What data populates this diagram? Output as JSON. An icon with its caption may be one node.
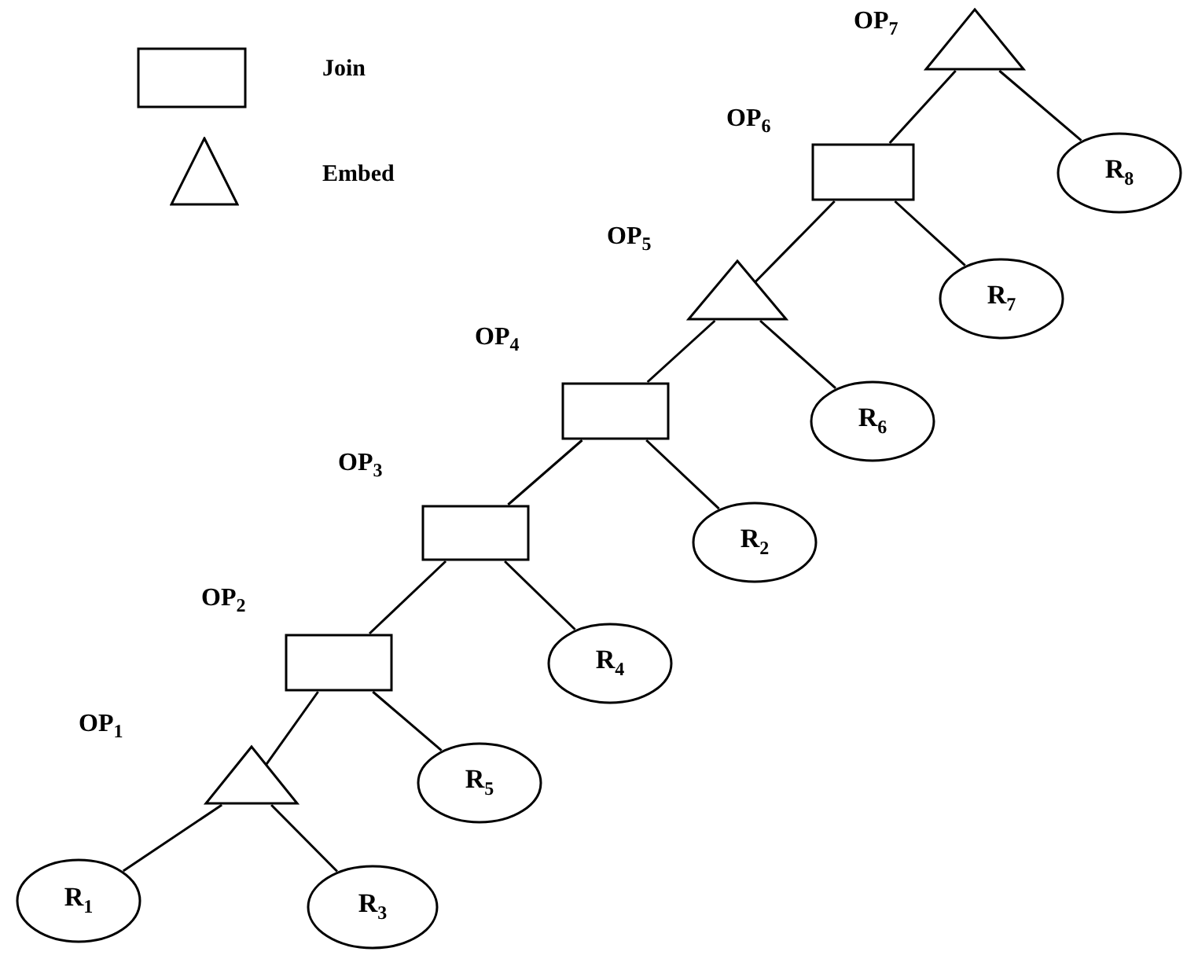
{
  "diagram": {
    "nodes": [
      {
        "text": [],
        "shape": "triangle",
        "beside": [
          "OP$_{7}$"
        ]
      },
      {
        "text": [],
        "shape": "box",
        "beside": [
          "OP$_{6}$"
        ]
      },
      {
        "text": [
          "R$_{8}$"
        ]
      },
      {
        "text": [],
        "shape": "triangle",
        "beside": [
          "OP$_{5}$"
        ]
      },
      {
        "text": [
          "R$_{7}$"
        ]
      },
      {
        "text": [],
        "shape": "box",
        "beside": [
          "OP$_{4}$"
        ]
      },
      {
        "text": [
          "R$_{6}$"
        ]
      },
      {
        "text": [],
        "shape": "box",
        "beside": [
          "OP$_{3}$"
        ]
      },
      {
        "text": [
          "R$_{2}$"
        ]
      },
      {
        "text": [],
        "shape": "box",
        "beside": [
          "OP$_{2}$"
        ]
      },
      {
        "text": [
          "R$_{4}$"
        ]
      },
      {
        "text": [],
        "shape": "triangle",
        "beside": [
          "OP$_{1}$"
        ]
      },
      {
        "text": [
          "R$_{5}$"
        ]
      },
      {
        "text": [
          "R$_{1}$"
        ]
      },
      {
        "text": [
          "R$_{3}$"
        ]
      }
    ],
    "edges": [
      {
        "from": 0,
        "to": 1,
        "arrow": "none"
      },
      {
        "from": 0,
        "to": 2,
        "arrow": "none"
      },
      {
        "from": 1,
        "to": 3,
        "arrow": "none"
      },
      {
        "from": 1,
        "to": 4,
        "arrow": "none"
      },
      {
        "from": 3,
        "to": 5,
        "arrow": "none"
      },
      {
        "from": 3,
        "to": 6,
        "arrow": "none"
      },
      {
        "from": 5,
        "to": 7,
        "arrow": "none"
      },
      {
        "from": 5,
        "to": 8,
        "arrow": "none"
      },
      {
        "from": 7,
        "to": 9,
        "arrow": "none"
      },
      {
        "from": 7,
        "to": 10,
        "arrow": "none"
      },
      {
        "from": 9,
        "to": 11,
        "arrow": "none"
      },
      {
        "from": 9,
        "to": 12,
        "arrow": "none"
      },
      {
        "from": 11,
        "to": 13,
        "arrow": "none"
      },
      {
        "from": 11,
        "to": 14,
        "arrow": "none"
      }
    ],
    "legend": [
      {
        "text": "Join"
      },
      {
        "text": "Embed"
      }
    ]
  }
}
